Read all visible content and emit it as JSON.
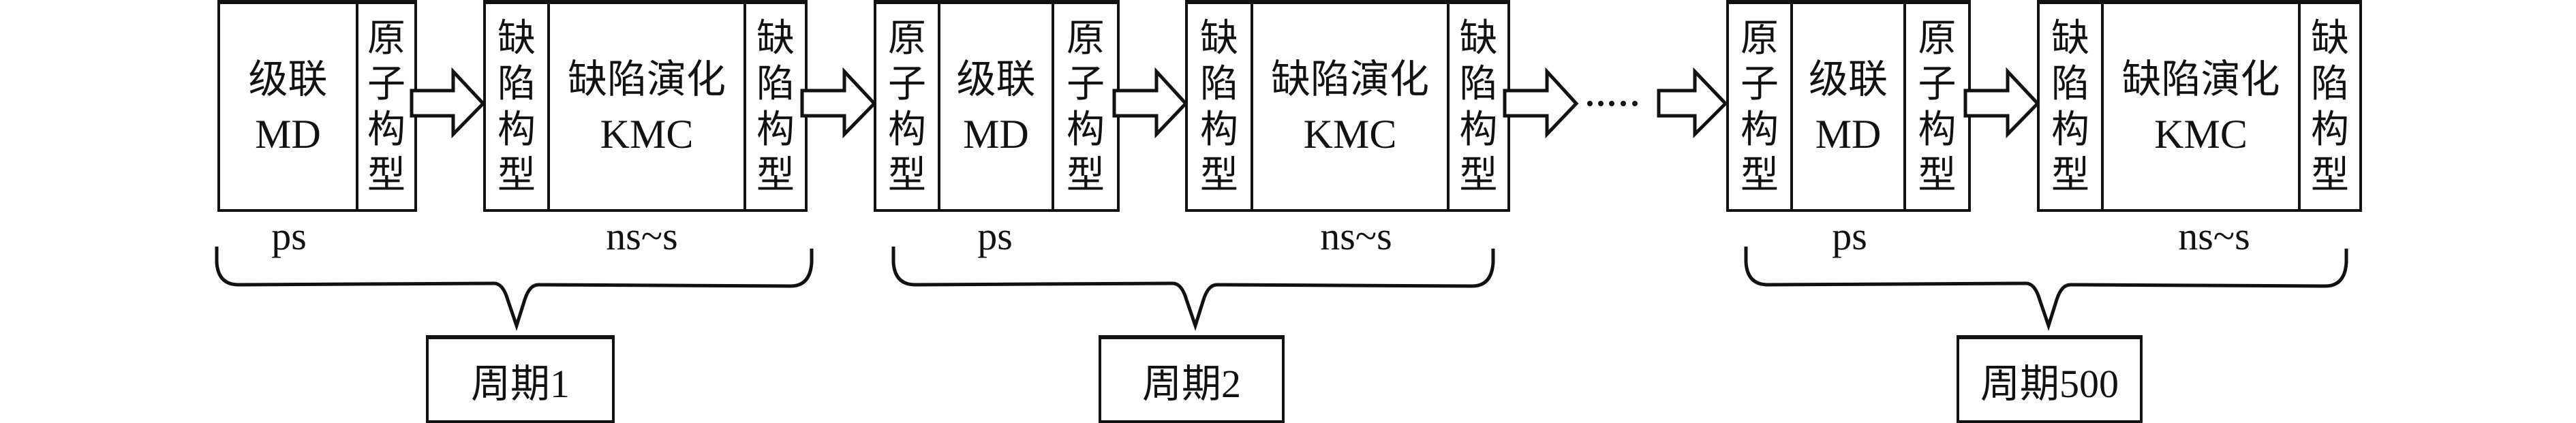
{
  "diagram": {
    "title": "",
    "stage_types": {
      "md": {
        "main_line1": "级联",
        "main_line2": "MD",
        "side_chars": [
          "原",
          "子",
          "构",
          "型"
        ]
      },
      "kmc": {
        "main_line1": "缺陷演化",
        "main_line2": "KMC",
        "side_chars": [
          "缺",
          "陷",
          "构",
          "型"
        ]
      }
    },
    "cycles": [
      {
        "period_label": "周期1",
        "md": {
          "left_side": null,
          "main_line1": "级联",
          "main_line2": "MD",
          "right_side": [
            "原",
            "子",
            "构",
            "型"
          ],
          "time_label": "ps"
        },
        "kmc": {
          "left_side": [
            "缺",
            "陷",
            "构",
            "型"
          ],
          "main_line1": "缺陷演化",
          "main_line2": "KMC",
          "right_side": [
            "缺",
            "陷",
            "构",
            "型"
          ],
          "time_label": "ns~s"
        }
      },
      {
        "period_label": "周期2",
        "md": {
          "left_side": [
            "原",
            "子",
            "构",
            "型"
          ],
          "main_line1": "级联",
          "main_line2": "MD",
          "right_side": [
            "原",
            "子",
            "构",
            "型"
          ],
          "time_label": "ps"
        },
        "kmc": {
          "left_side": [
            "缺",
            "陷",
            "构",
            "型"
          ],
          "main_line1": "缺陷演化",
          "main_line2": "KMC",
          "right_side": [
            "缺",
            "陷",
            "构",
            "型"
          ],
          "time_label": "ns~s"
        }
      },
      {
        "period_label": "周期500",
        "md": {
          "left_side": [
            "原",
            "子",
            "构",
            "型"
          ],
          "main_line1": "级联",
          "main_line2": "MD",
          "right_side": [
            "原",
            "子",
            "构",
            "型"
          ],
          "time_label": "ps"
        },
        "kmc": {
          "left_side": [
            "缺",
            "陷",
            "构",
            "型"
          ],
          "main_line1": "缺陷演化",
          "main_line2": "KMC",
          "right_side": [
            "缺",
            "陷",
            "构",
            "型"
          ],
          "time_label": "ns~s"
        }
      }
    ],
    "ellipsis": "·····",
    "colors": {
      "stroke": "#111111",
      "fill": "#ffffff",
      "text": "#111111"
    }
  }
}
